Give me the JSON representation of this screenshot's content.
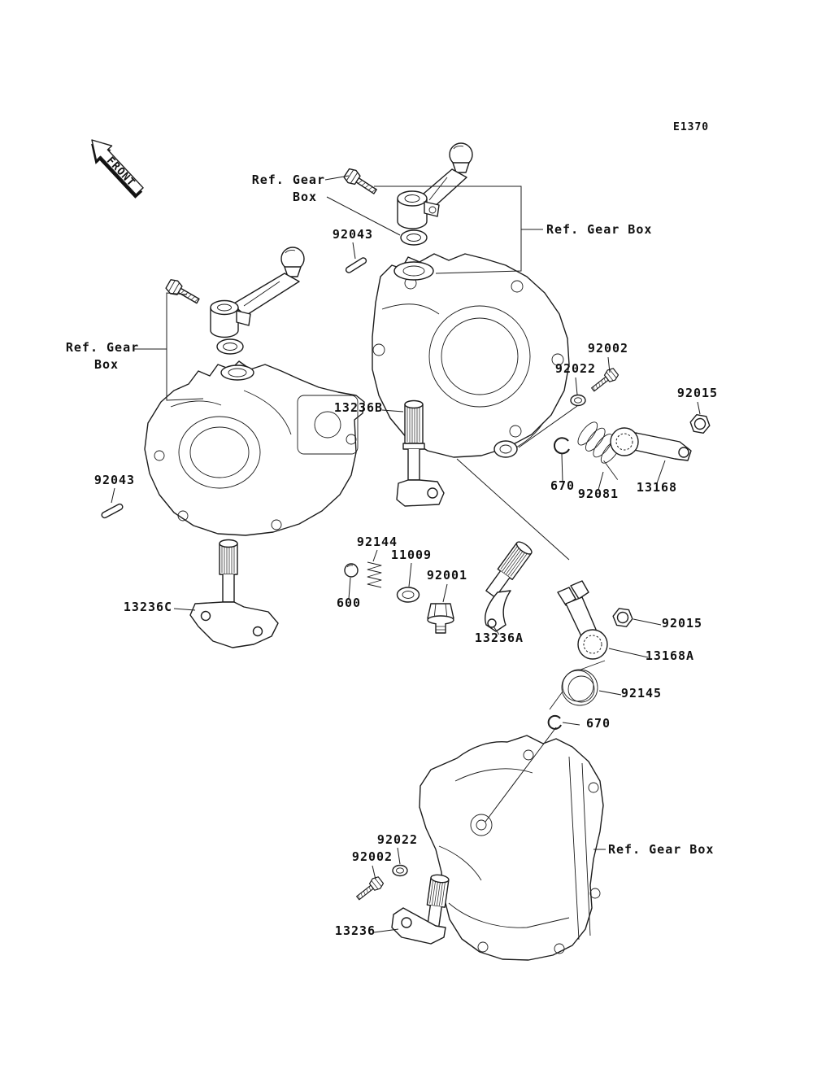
{
  "diagram": {
    "code": "E1370",
    "front_label": "FRONT",
    "labels": {
      "ref_gear_top_1": "Ref. Gear",
      "ref_gear_top_2": "Box",
      "ref_gear_box_right": "Ref. Gear  Box",
      "ref_gear_left_1": "Ref. Gear",
      "ref_gear_left_2": "Box",
      "ref_gear_box_bottom": "Ref. Gear  Box",
      "p92043_top": "92043",
      "p92043_left": "92043",
      "p92002_right": "92002",
      "p92022_right": "92022",
      "p92015_right": "92015",
      "p13236b": "13236B",
      "p670_right": "670",
      "p92081": "92081",
      "p13168": "13168",
      "p92144": "92144",
      "p11009": "11009",
      "p92001": "92001",
      "p600": "600",
      "p13236c": "13236C",
      "p13236a": "13236A",
      "p92015_lower": "92015",
      "p13168a": "13168A",
      "p92145": "92145",
      "p670_lower": "670",
      "p92022_bottom": "92022",
      "p92002_bottom": "92002",
      "p13236": "13236"
    }
  }
}
